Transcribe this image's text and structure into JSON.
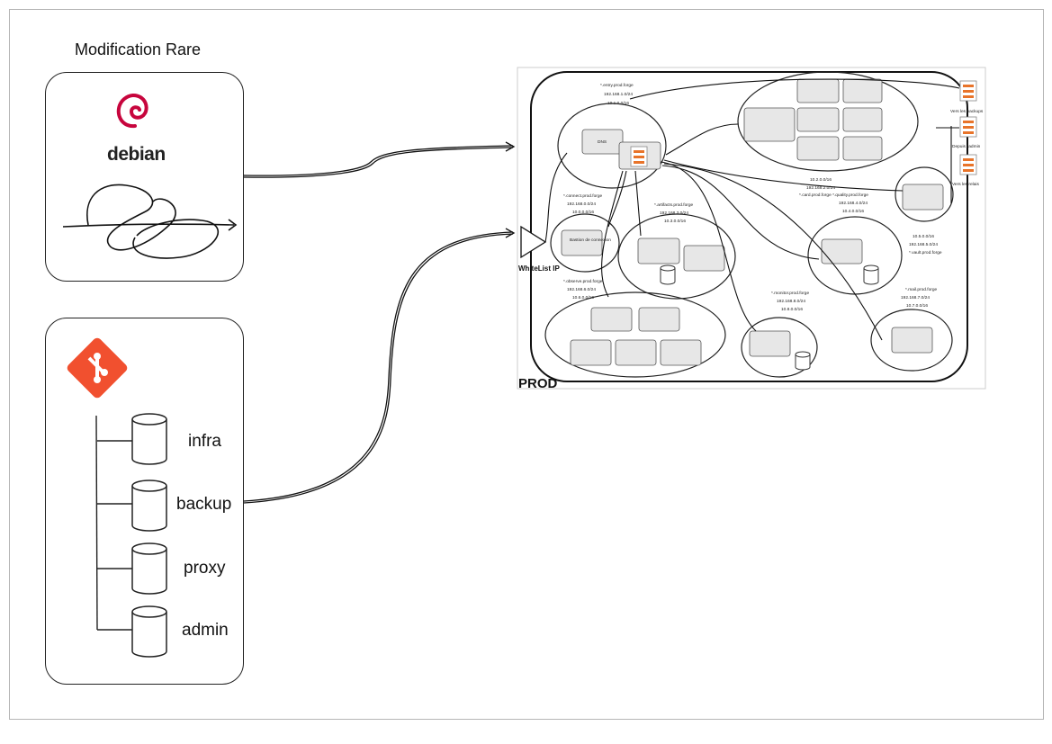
{
  "title": "Modification Rare",
  "debian": {
    "wordmark": "debian"
  },
  "git": {
    "repos": [
      "infra",
      "backup",
      "proxy",
      "admin"
    ]
  },
  "prod": {
    "label": "PROD",
    "whitelist": "WhiteList IP",
    "bastion": "Bastion de connexion",
    "dns": "DNS",
    "side_labels": [
      "Vers les backups",
      "Depuis l'admin",
      "Vers les relais"
    ],
    "entry": [
      "*.entry.prod.forge",
      "192.168.1.0/24",
      "10.1.0.0/16"
    ],
    "connect": [
      "*.connect.prod.forge",
      "192.168.0.0/24",
      "10.0.0.0/16"
    ],
    "artifacts": [
      "*.artifacts.prod.forge",
      "192.168.3.0/24",
      "10.3.0.0/16"
    ],
    "observe": [
      "*.observe.prod.forge",
      "192.168.6.0/24",
      "10.6.0.0/16"
    ],
    "monitor": [
      "*.monitor.prod.forge",
      "192.168.8.0/24",
      "10.8.0.0/16"
    ],
    "mail": [
      "*.mail.prod.forge",
      "192.168.7.0/24",
      "10.7.0.0/16"
    ],
    "vault": [
      "10.5.0.0/16",
      "192.168.5.0/24",
      "*.vault.prod.forge"
    ],
    "card_quality": [
      "10.2.0.0/16",
      "192.168.2.0/24",
      "*.card.prod.forge *.quality.prod.forge",
      "192.168.4.0/24",
      "10.4.0.0/16"
    ]
  }
}
